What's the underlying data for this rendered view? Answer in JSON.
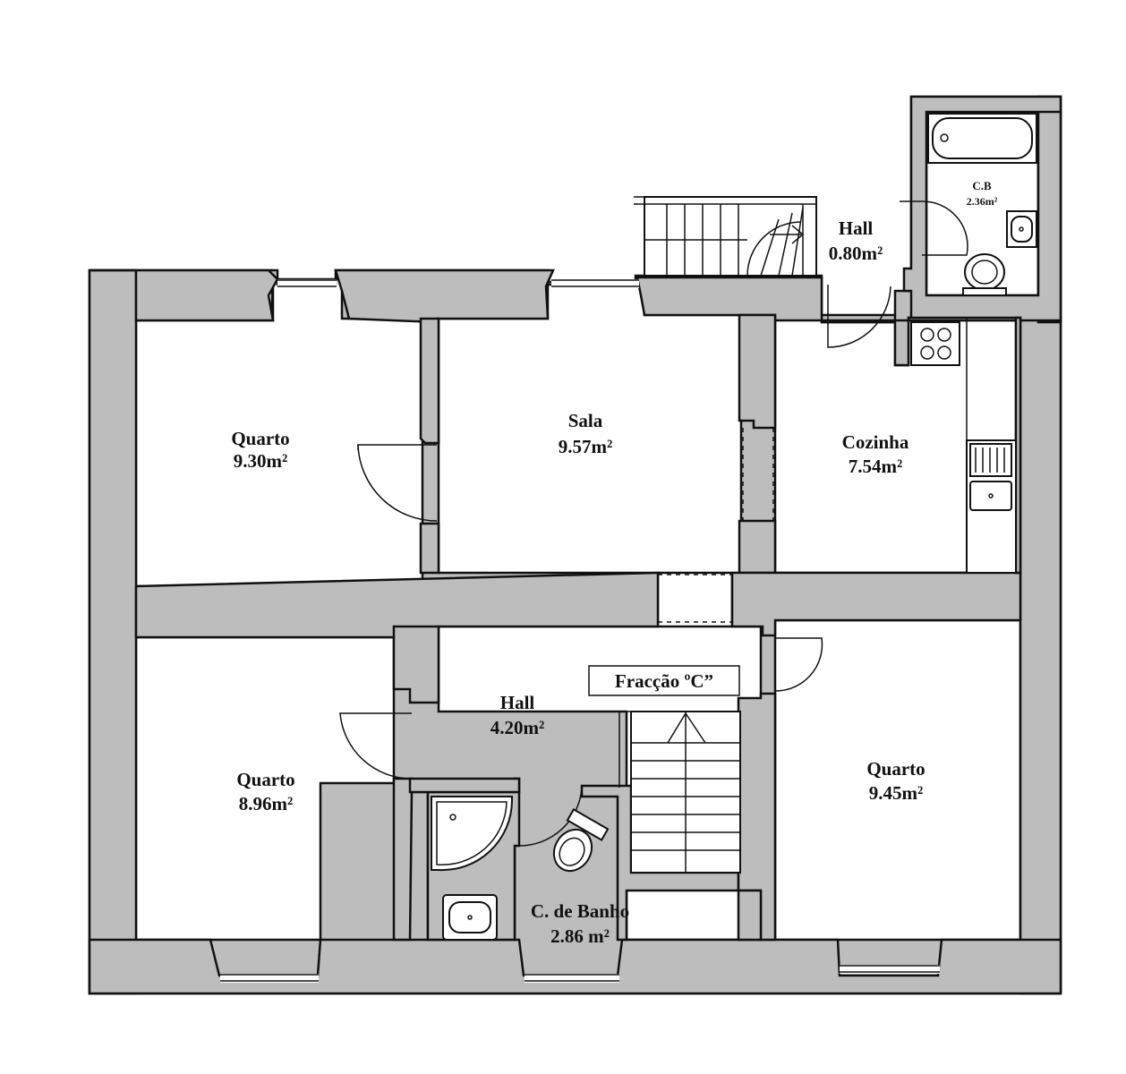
{
  "plan_label": "Fracção ºC”",
  "rooms": {
    "quarto_nw": {
      "name": "Quarto",
      "area": "9.30m²"
    },
    "sala": {
      "name": "Sala",
      "area": "9.57m²"
    },
    "cozinha": {
      "name": "Cozinha",
      "area": "7.54m²"
    },
    "hall_small": {
      "name": "Hall",
      "area": "0.80m²"
    },
    "cb": {
      "name": "C.B",
      "area": "2.36m²"
    },
    "hall_center": {
      "name": "Hall",
      "area": "4.20m²"
    },
    "quarto_sw": {
      "name": "Quarto",
      "area": "8.96m²"
    },
    "banho": {
      "name": "C. de Banho",
      "area": "2.86 m²"
    },
    "quarto_se": {
      "name": "Quarto",
      "area": "9.45m²"
    }
  },
  "colors": {
    "wall": "#bdbdbd",
    "line": "#111111",
    "background": "#ffffff"
  }
}
